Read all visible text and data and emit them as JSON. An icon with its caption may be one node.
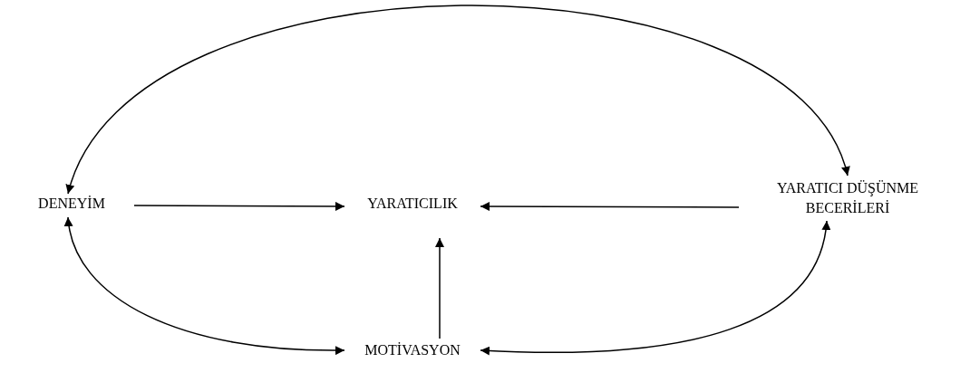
{
  "diagram": {
    "nodes": [
      {
        "text": [
          "DENEYİM"
        ]
      },
      {
        "text": [
          "YARATICILIK"
        ]
      },
      {
        "text": [
          "YARATICI DÜŞÜNME BECERİLERİ"
        ]
      },
      {
        "text": [
          "MOTİVASYON"
        ]
      }
    ],
    "edges": [
      {
        "from": 0,
        "to": 2,
        "arrow": "both"
      },
      {
        "from": 0,
        "to": 1,
        "arrow": "to"
      },
      {
        "from": 2,
        "to": 1,
        "arrow": "to"
      },
      {
        "from": 3,
        "to": 1,
        "arrow": "to"
      },
      {
        "from": 0,
        "to": 3,
        "arrow": "both"
      },
      {
        "from": 3,
        "to": 2,
        "arrow": "both"
      }
    ]
  }
}
